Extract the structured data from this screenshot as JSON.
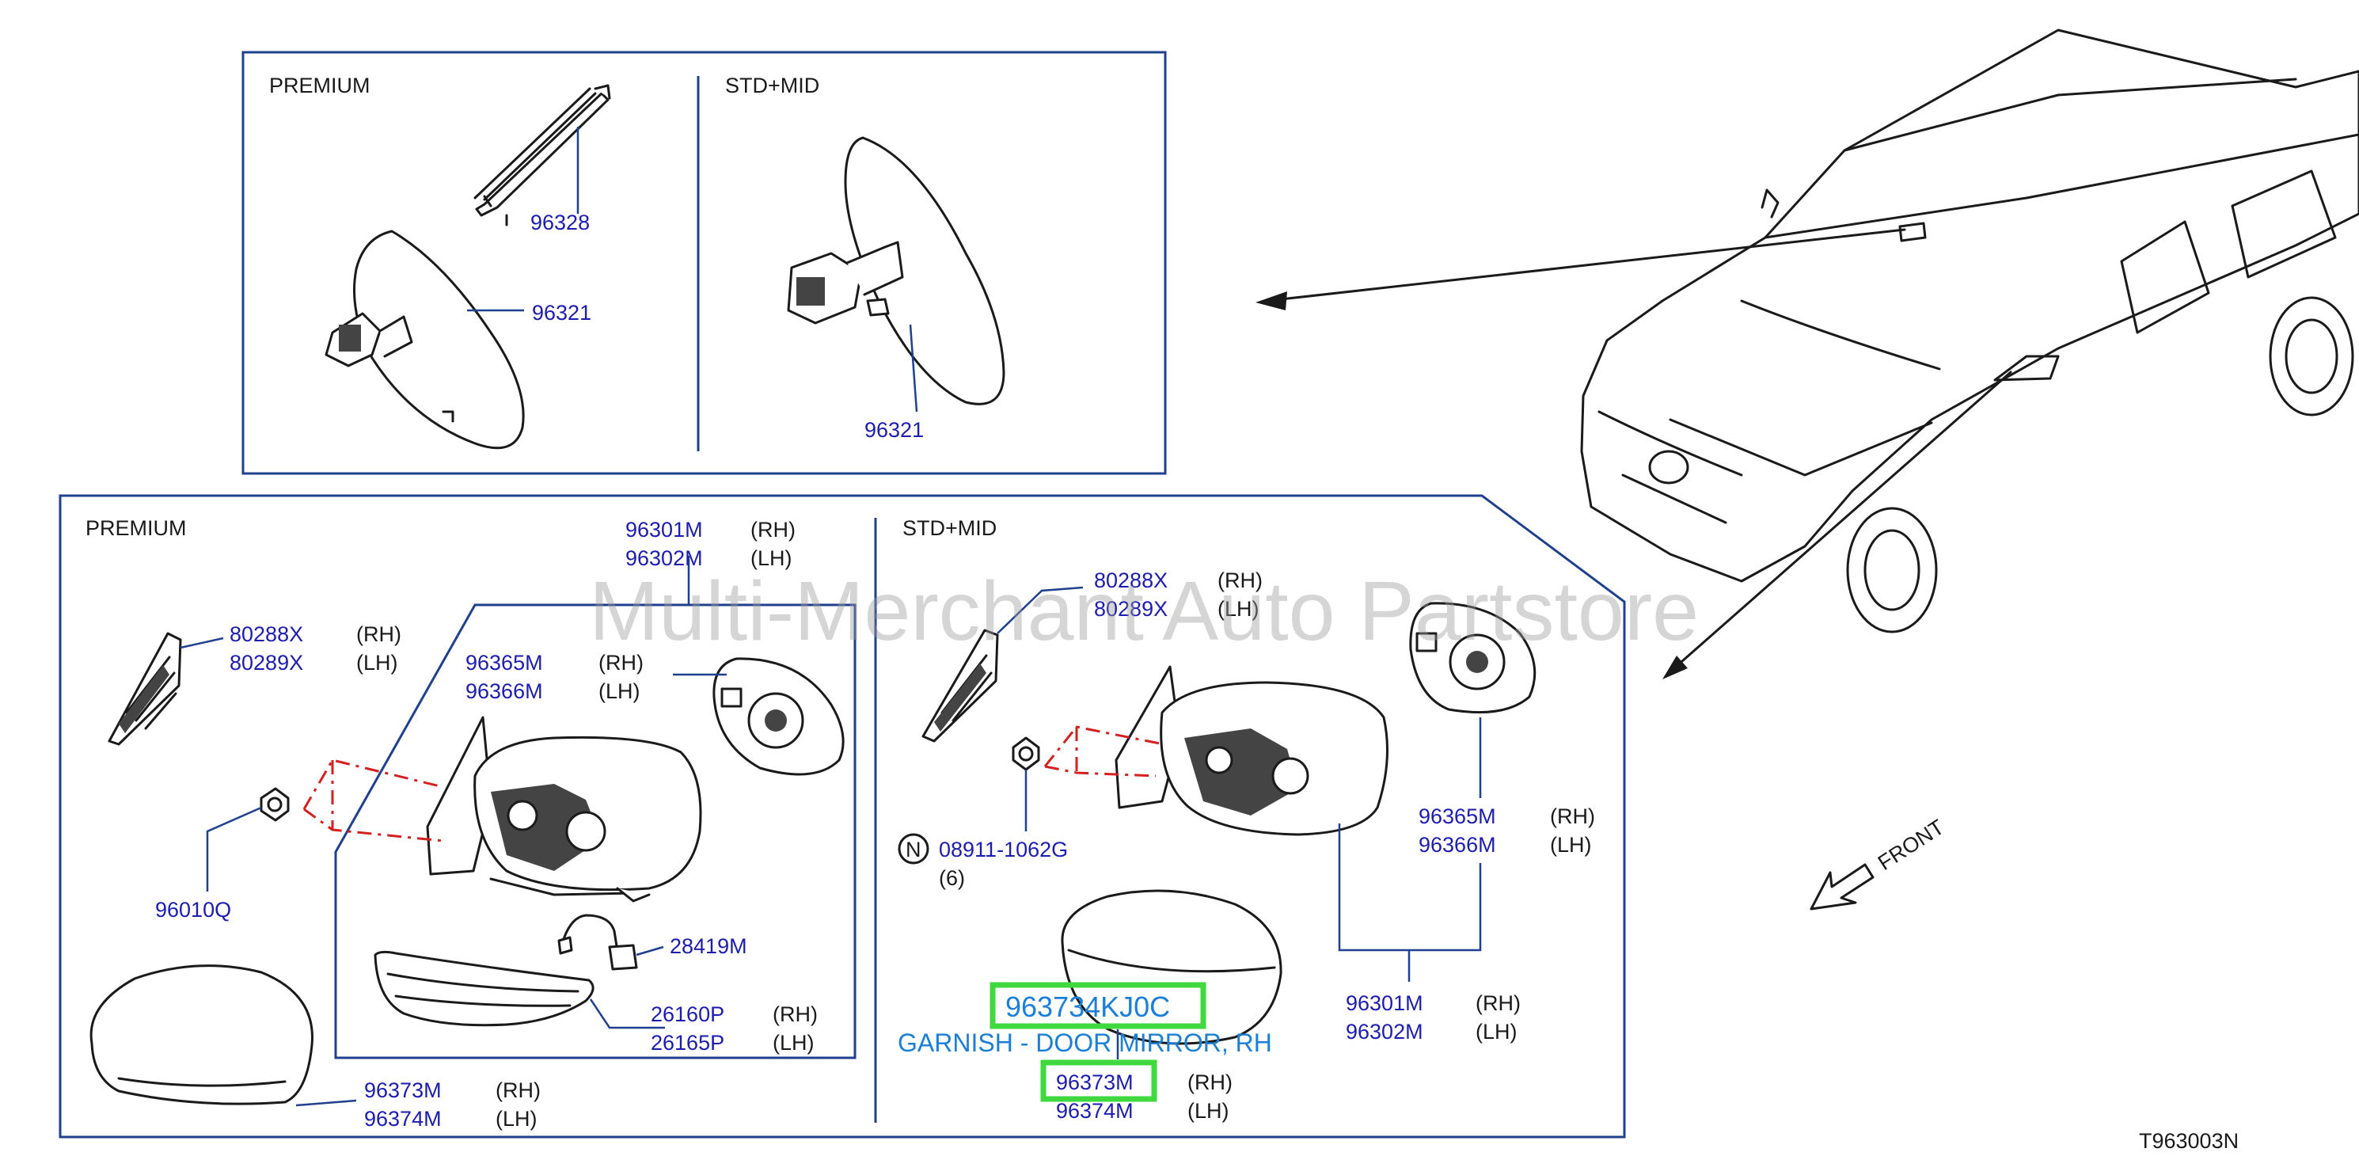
{
  "diagram_id": "T963003N",
  "watermark": "Multi-Merchant Auto Partstore",
  "front_label": "FRONT",
  "top_panel": {
    "premium": {
      "title": "PREMIUM",
      "parts": [
        "96328",
        "96321"
      ]
    },
    "std_mid": {
      "title": "STD+MID",
      "parts": [
        "96321"
      ]
    }
  },
  "bottom_panel": {
    "premium": {
      "title": "PREMIUM",
      "mirror_assy": {
        "rh": "96301M",
        "lh": "96302M"
      },
      "corner_cover": {
        "rh": "80288X",
        "lh": "80289X"
      },
      "glass": {
        "rh": "96365M",
        "lh": "96366M"
      },
      "nut": "96010Q",
      "harness": "28419M",
      "turn_lamp": {
        "rh": "26160P",
        "lh": "26165P"
      },
      "cover": {
        "rh": "96373M",
        "lh": "96374M"
      }
    },
    "std_mid": {
      "title": "STD+MID",
      "corner_cover": {
        "rh": "80288X",
        "lh": "80289X"
      },
      "nut": {
        "marker": "N",
        "part": "08911-1062G",
        "qty": "(6)"
      },
      "glass": {
        "rh": "96365M",
        "lh": "96366M"
      },
      "mirror_assy": {
        "rh": "96301M",
        "lh": "96302M"
      },
      "cover": {
        "rh": "96373M",
        "lh": "96374M"
      }
    }
  },
  "side_labels": {
    "rh": "(RH)",
    "lh": "(LH)"
  },
  "highlight": {
    "part_number": "963734KJ0C",
    "description": "GARNISH - DOOR MIRROR, RH",
    "ref": "96373M",
    "color": "#3fd93f"
  },
  "colors": {
    "part_number": "#1c1cb0",
    "frame": "#1f3f8f",
    "dimension": "#d42020",
    "highlight_text": "#1c7fd6"
  }
}
